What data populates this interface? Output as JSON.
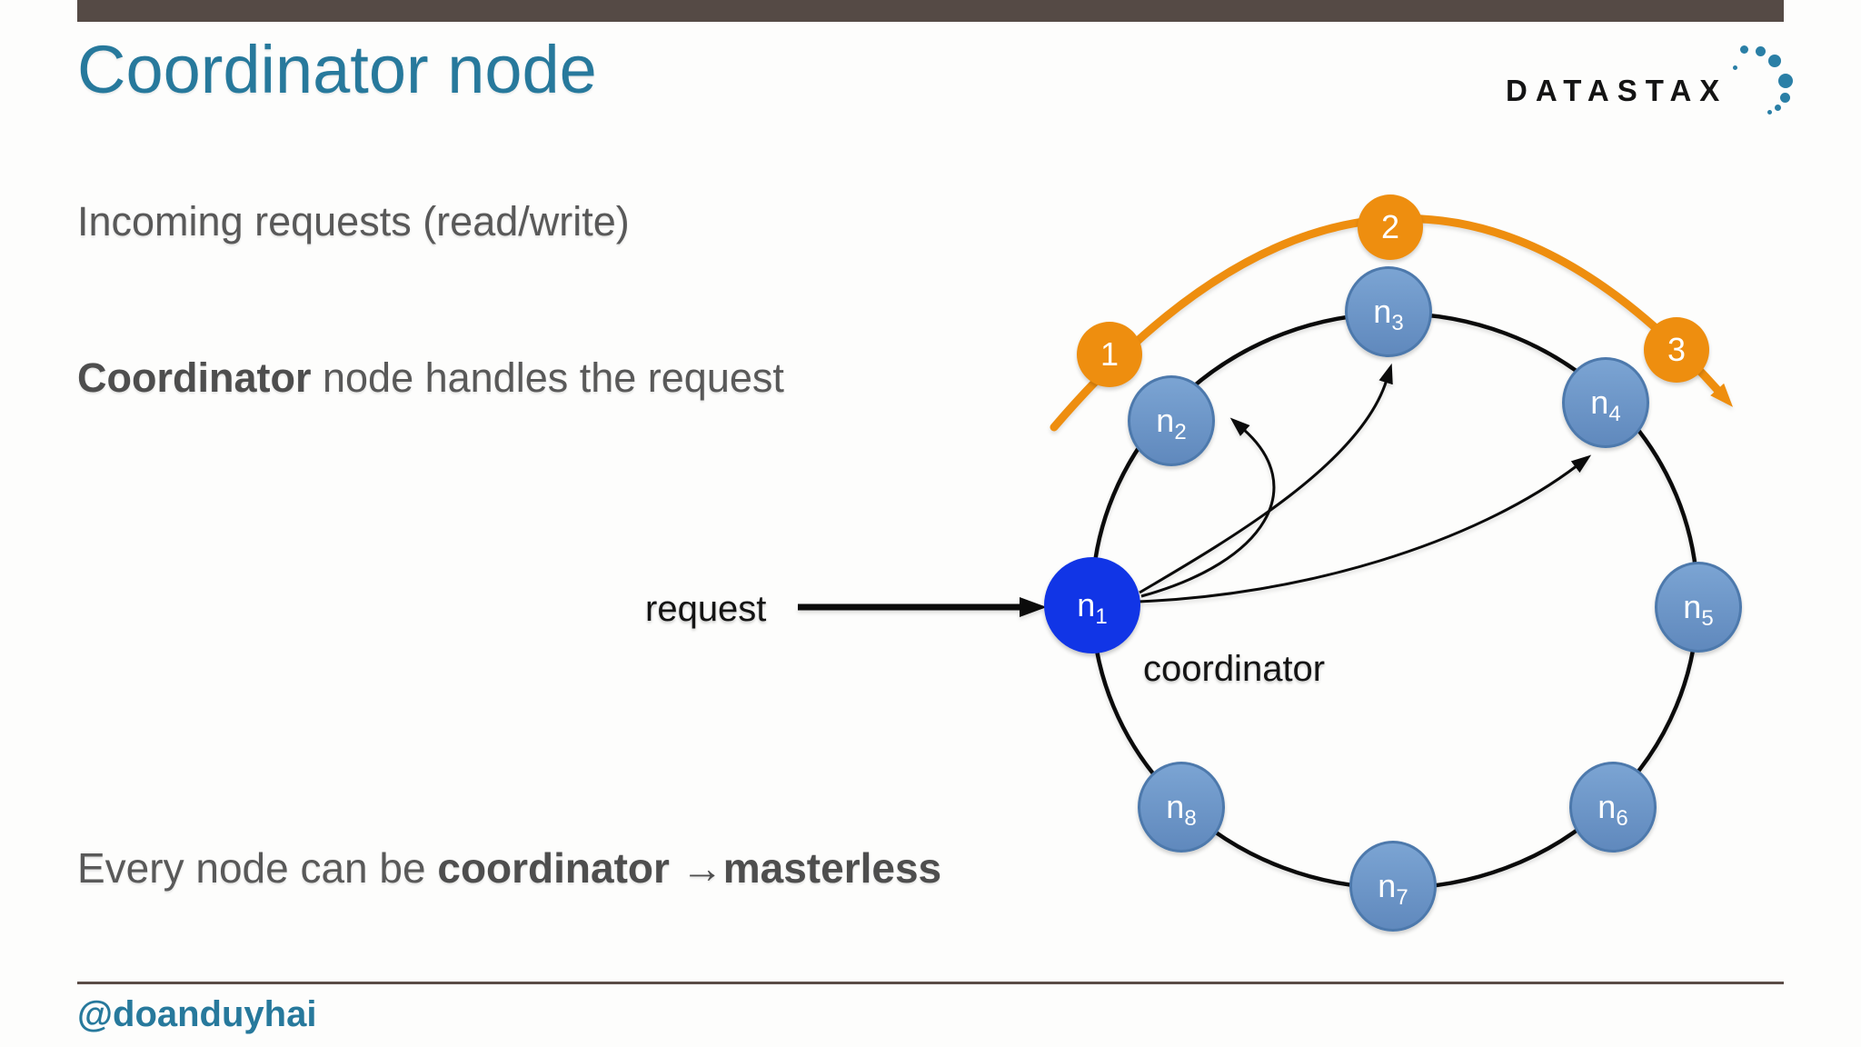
{
  "slide": {
    "title": "Coordinator node",
    "subtitle": "Incoming requests (read/write)",
    "statement": {
      "bold": "Coordinator",
      "rest": " node handles the request"
    },
    "conclusion": {
      "normal": "Every node can be ",
      "bold": "coordinator ",
      "arrow": "→",
      "bold2": "masterless"
    },
    "footer": "@doanduyhai"
  },
  "logo": {
    "text": "DATASTAX"
  },
  "diagram": {
    "request_label": "request",
    "coordinator_label": "coordinator",
    "nodes": [
      {
        "base": "n",
        "sub": "1"
      },
      {
        "base": "n",
        "sub": "2"
      },
      {
        "base": "n",
        "sub": "3"
      },
      {
        "base": "n",
        "sub": "4"
      },
      {
        "base": "n",
        "sub": "5"
      },
      {
        "base": "n",
        "sub": "6"
      },
      {
        "base": "n",
        "sub": "7"
      },
      {
        "base": "n",
        "sub": "8"
      }
    ],
    "steps": [
      "1",
      "2",
      "3"
    ],
    "colors": {
      "accent_teal": "#27799c",
      "bar_brown": "#554a45",
      "node_fill": "#6d99c9",
      "node_border": "#4d79ac",
      "coordinator_fill": "#1135e6",
      "step_orange": "#ee8e0f"
    }
  }
}
